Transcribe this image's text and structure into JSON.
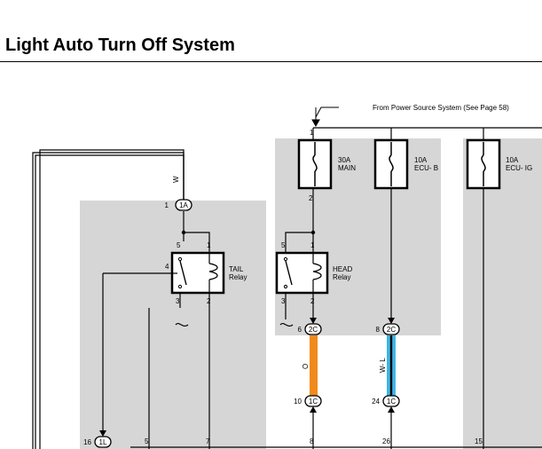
{
  "title": "Light Auto Turn Off System",
  "power_source_note": "From Power Source System (See Page 58)",
  "colors": {
    "panel": "#d6d6d6",
    "wire": "#000000",
    "wire_orange": "#f08a1c",
    "wire_blue": "#3fb6e6"
  },
  "fuses": [
    {
      "rating": "30A",
      "name": "MAIN",
      "pin_top": "1",
      "pin_bottom": "2"
    },
    {
      "rating": "10A",
      "name": "ECU- B"
    },
    {
      "rating": "10A",
      "name": "ECU- IG"
    }
  ],
  "relays": [
    {
      "name_line1": "TAIL",
      "name_line2": "Relay",
      "pins": [
        "5",
        "1",
        "4",
        "3",
        "2"
      ]
    },
    {
      "name_line1": "HEAD",
      "name_line2": "Relay",
      "pins": [
        "5",
        "1",
        "3",
        "2"
      ]
    }
  ],
  "connectors": [
    {
      "pin": "1",
      "id": "1A",
      "wire": "W"
    },
    {
      "pin": "6",
      "id": "2C"
    },
    {
      "pin": "8",
      "id": "2C"
    },
    {
      "pin": "10",
      "id": "1C",
      "wire": "O"
    },
    {
      "pin": "24",
      "id": "1C",
      "wire": "W- L"
    },
    {
      "pin": "16",
      "id": "1L"
    }
  ],
  "bottom_pins": [
    "5",
    "7",
    "8",
    "26",
    "15"
  ]
}
